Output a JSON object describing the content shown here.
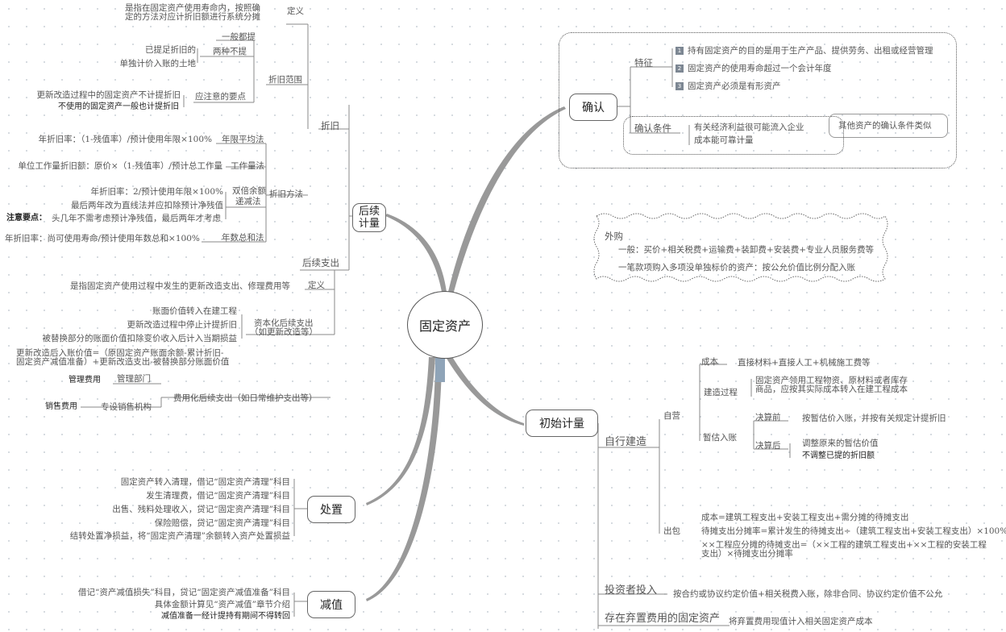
{
  "center": "固定资产",
  "topics": {
    "subsequent": "后续计量",
    "disposal": "处置",
    "impairment": "减值",
    "recognition": "确认",
    "initial": "初始计量"
  },
  "depreciation": {
    "label": "折旧",
    "definition": {
      "label": "定义",
      "text_lines": [
        "是指在固定资产使用寿命内，按照确",
        "定的方法对应计折旧额进行系统分摊"
      ]
    },
    "scope": {
      "label": "折旧范围",
      "all": "一般都提",
      "two_exceptions": {
        "label": "两种不提",
        "items": [
          "已提足折旧的",
          "单独计价入账的土地"
        ]
      },
      "notes": {
        "label": "应注意的要点",
        "items": [
          "更新改造过程中的固定资产不计提折旧",
          "不使用的固定资产一般也计提折旧"
        ]
      }
    },
    "methods": {
      "label": "折旧方法",
      "straight_line": {
        "label": "年限平均法",
        "formula": "年折旧率：（1-残值率）/预计使用年限×100%"
      },
      "units": {
        "label": "工作量法",
        "formula": "单位工作量折旧额：原价×（1-残值率）/预计总工作量"
      },
      "ddb": {
        "label_lines": [
          "双倍余额",
          "递减法"
        ],
        "items": [
          "年折旧率：2/预计使用年限×100%",
          "最后两年改为直线法并应扣除预计净残值"
        ],
        "note_prefix": "注意要点：",
        "note": "头几年不需考虑预计净残值，最后两年才考虑"
      },
      "syd": {
        "label": "年数总和法",
        "formula": "年折旧率：尚可使用寿命/预计使用年数总和×100%"
      }
    }
  },
  "subsequent_expenditure": {
    "label": "后续支出",
    "definition": {
      "label": "定义",
      "text": "是指固定资产使用过程中发生的更新改造支出、修理费用等"
    },
    "capitalized": {
      "label_lines": [
        "资本化后续支出",
        "（如更新改造等）"
      ],
      "items": [
        "账面价值转入在建工程",
        "更新改造过程中停止计提折旧",
        "被替换部分的账面价值扣除变价收入后计入当期损益"
      ],
      "formula_lines": [
        "更新改造后入账价值=（原固定资产账面余额-累计折旧-",
        "固定资产减值准备）+更新改造支出-被替换部分账面价值"
      ]
    },
    "expensed": {
      "label": "费用化后续支出（如日常维护支出等）",
      "mgmt": {
        "label": "管理部门",
        "result": "管理费用"
      },
      "sales": {
        "label": "专设销售机构",
        "result": "销售费用"
      }
    }
  },
  "disposal": {
    "items": [
      "固定资产转入清理，借记“固定资产清理”科目",
      "发生清理费，借记“固定资产清理”科目",
      "出售、残料处理收入，贷记“固定资产清理”科目",
      "保险赔偿，贷记“固定资产清理”科目",
      "结转处置净损益，将“固定资产清理”余额转入资产处置损益"
    ]
  },
  "impairment": {
    "items": [
      "借记“资产减值损失”科目，贷记“固定资产减值准备”科目",
      "具体金额计算见“资产减值”章节介绍"
    ],
    "note": "减值准备一经计提持有期间不得转回"
  },
  "recognition": {
    "features": {
      "label": "特征",
      "items": [
        {
          "num": "1",
          "text": "持有固定资产的目的是用于生产产品、提供劳务、出租或经营管理"
        },
        {
          "num": "2",
          "text": "固定资产的使用寿命超过一个会计年度"
        },
        {
          "num": "3",
          "text": "固定资产必须是有形资产"
        }
      ]
    },
    "conditions": {
      "label": "确认条件",
      "items": [
        "有关经济利益很可能流入企业",
        "成本能可靠计量"
      ],
      "note": "其他资产的确认条件类似"
    }
  },
  "initial": {
    "purchase": {
      "label": "外购",
      "items": [
        "一般：买价+相关税费+运输费+装卸费+安装费+专业人员服务费等",
        "一笔款项购入多项没单独标价的资产：按公允价值比例分配入账"
      ]
    },
    "self_built": {
      "label": "自行建造",
      "self_operated": {
        "label": "自营",
        "cost": {
          "label": "成本",
          "text": "直接材料+直接人工+机械施工费等"
        },
        "process": {
          "label": "建造过程",
          "text_lines": [
            "固定资产领用工程物资、原材料或者库存",
            "商品，应按其实际成本转入在建工程成本"
          ]
        },
        "provisional": {
          "label": "暂估入账",
          "before": {
            "label": "决算前",
            "text": "按暂估价入账，并按有关规定计提折旧"
          },
          "after": {
            "label": "决算后",
            "items": [
              "调整原来的暂估价值",
              "不调整已提的折旧额"
            ]
          }
        }
      },
      "contracted": {
        "label": "出包",
        "items": [
          "成本=建筑工程支出+安装工程支出+需分摊的待摊支出",
          "待摊支出分摊率=累计发生的待摊支出÷（建筑工程支出+安装工程支出）×100%"
        ],
        "formula_lines": [
          "××工程应分摊的待摊支出=（××工程的建筑工程支出+××工程的安装工程",
          "支出）×待摊支出分摊率"
        ]
      }
    },
    "investor": {
      "label": "投资者投入",
      "text": "按合约或协议约定价值+相关税费入账，除非合同、协议约定价值不公允"
    },
    "retirement": {
      "label": "存在弃置费用的固定资产",
      "text": "将弃置费用现值计入相关固定资产成本"
    }
  }
}
